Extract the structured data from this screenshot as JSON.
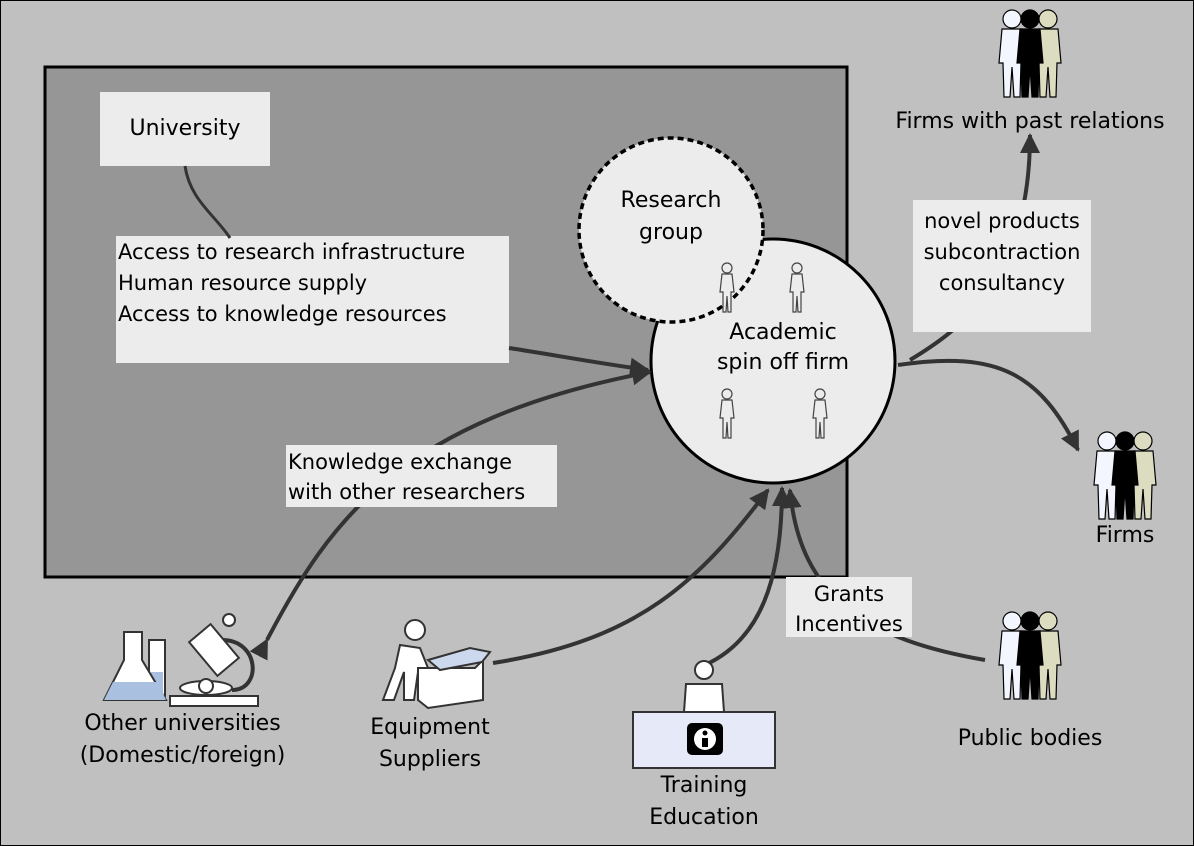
{
  "labels": {
    "university": "University",
    "university_links": "Access to research infrastructure\nHuman resource supply\nAccess to knowledge resources",
    "research_group": "Research\ngroup",
    "spin_off": "Academic\nspin off firm",
    "knowledge_exchange": "Knowledge exchange\nwith other researchers",
    "firms_past": "Firms with past relations",
    "firms_past_links": "novel products\nsubcontraction\nconsultancy",
    "firms": "Firms",
    "grants": "Grants\nIncentives",
    "public_bodies": "Public bodies",
    "other_universities": "Other universities\n(Domestic/foreign)",
    "equipment": "Equipment\nSuppliers",
    "training": "Training\nEducation"
  },
  "icons": [
    "people-group-icon",
    "person-icon",
    "flask-icon",
    "microscope-icon",
    "box-carrier-icon",
    "info-desk-icon"
  ],
  "colors": {
    "page_bg": "#c0c0c0",
    "inner_bg": "#969696",
    "label_bg": "#ececec",
    "circle_fill": "#ececec",
    "arrow": "#333333"
  }
}
